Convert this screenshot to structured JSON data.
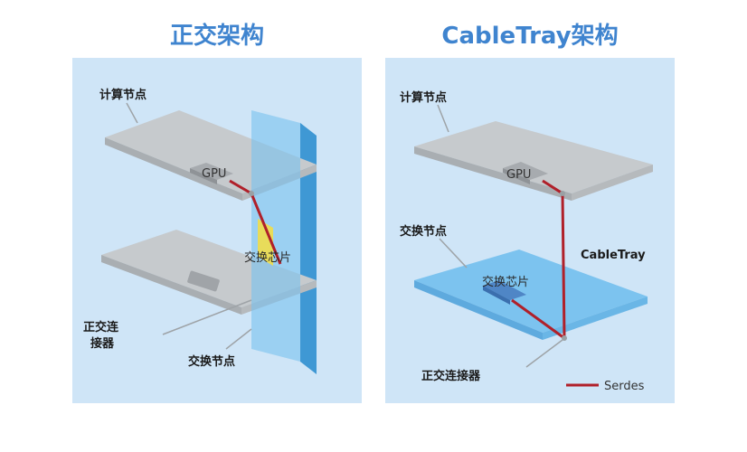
{
  "left": {
    "title": "正交架构",
    "compute_node": "计算节点",
    "gpu": "GPU",
    "switch_chip": "交换芯片",
    "connector_line1": "正交连",
    "connector_line2": "接器",
    "switch_node": "交换节点"
  },
  "right": {
    "title": "CableTray架构",
    "compute_node": "计算节点",
    "gpu": "GPU",
    "switch_node": "交换节点",
    "switch_chip": "交换芯片",
    "cabletray": "CableTray",
    "connector": "正交连接器",
    "legend_serdes": "Serdes"
  },
  "colors": {
    "title": "#3f84cf",
    "panel_bg": "#cfe5f7",
    "serdes": "#b0202a",
    "switch_plane": "#7cc3ef"
  }
}
